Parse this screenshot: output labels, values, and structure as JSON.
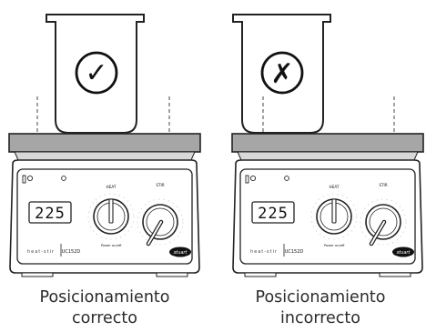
{
  "panels": [
    {
      "mark": "✓",
      "mark_name": "checkmark",
      "display": "225",
      "heat_label": "HEAT",
      "stir_label": "STIR",
      "mode_text": "heat-stir",
      "model": "UC152D",
      "brand": "stuart",
      "power_text": "Power on/off",
      "caption": [
        "Posicionamiento",
        "correcto"
      ]
    },
    {
      "mark": "✗",
      "mark_name": "cross",
      "display": "225",
      "heat_label": "HEAT",
      "stir_label": "STIR",
      "mode_text": "heat-stir",
      "model": "UC152D",
      "brand": "stuart",
      "power_text": "Power on/off",
      "caption": [
        "Posicionamiento",
        "incorrecto"
      ]
    }
  ]
}
